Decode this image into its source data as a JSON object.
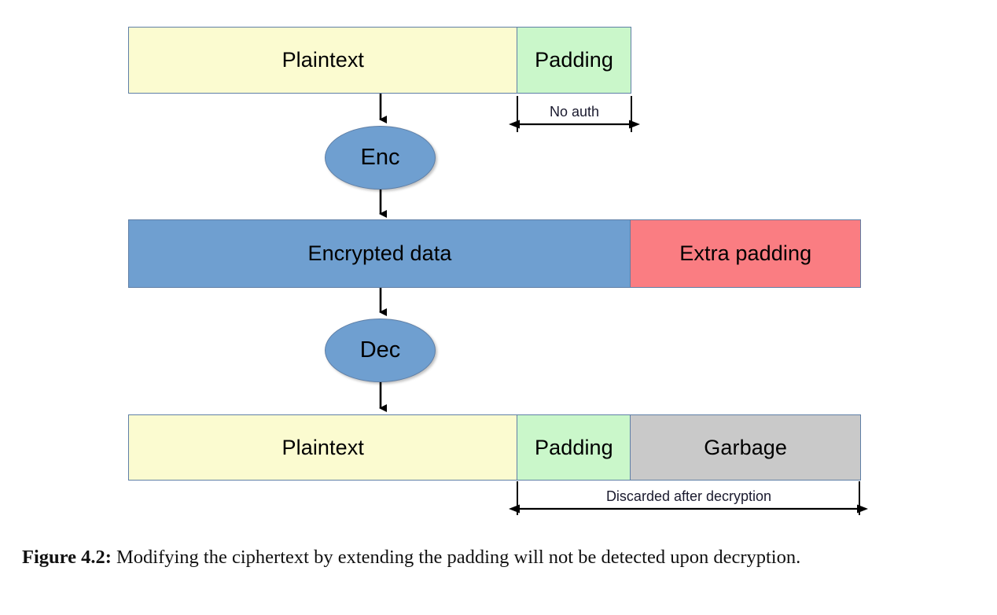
{
  "figure": {
    "caption_label": "Figure 4.2:",
    "caption_text": "Modifying the ciphertext by extending the padding will not be detected upon decryption."
  },
  "diagram": {
    "type": "flow-diagram",
    "rows": [
      {
        "id": "plaintext-before-encryption",
        "segments": [
          {
            "label": "Plaintext",
            "color": "#fbfbd0"
          },
          {
            "label": "Padding",
            "color": "#caf7ca"
          }
        ]
      },
      {
        "id": "ciphertext",
        "segments": [
          {
            "label": "Encrypted data",
            "color": "#6f9fd0"
          },
          {
            "label": "Extra padding",
            "color": "#fa7d82"
          }
        ]
      },
      {
        "id": "plaintext-after-decryption",
        "segments": [
          {
            "label": "Plaintext",
            "color": "#fbfbd0"
          },
          {
            "label": "Padding",
            "color": "#caf7ca"
          },
          {
            "label": "Garbage",
            "color": "#c9c9c9"
          }
        ]
      }
    ],
    "nodes": [
      {
        "id": "enc",
        "label": "Enc",
        "color": "#6f9fd0"
      },
      {
        "id": "dec",
        "label": "Dec",
        "color": "#6f9fd0"
      }
    ],
    "annotations": [
      {
        "id": "no-auth",
        "label": "No auth"
      },
      {
        "id": "discarded",
        "label": "Discarded after decryption"
      }
    ],
    "colors": {
      "plaintext": "#fbfbd0",
      "padding": "#caf7ca",
      "encrypted": "#6f9fd0",
      "extra_padding": "#fa7d82",
      "garbage": "#c9c9c9",
      "border": "#5f7fa6",
      "arrow": "#000000"
    }
  }
}
